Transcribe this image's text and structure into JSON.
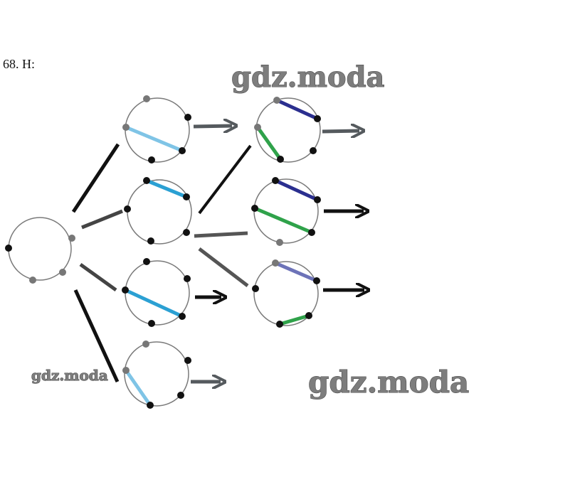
{
  "problem": {
    "label": "68. Н:"
  },
  "watermarks": [
    {
      "text": "gdz.moda"
    },
    {
      "text": "gdz.moda"
    },
    {
      "text": "gdz.moda"
    }
  ],
  "colors": {
    "outline": "#7a7a7a",
    "dot": "#111111",
    "dot_grey": "#777777",
    "light_blue": "#7fc4e6",
    "mid_blue": "#2ba0d3",
    "navy": "#2b2f8f",
    "green": "#2fa24a",
    "light_green": "#8fd08f",
    "edge": "#111111",
    "edge_grey": "#606060",
    "arrow_grey": "#555a5e"
  }
}
